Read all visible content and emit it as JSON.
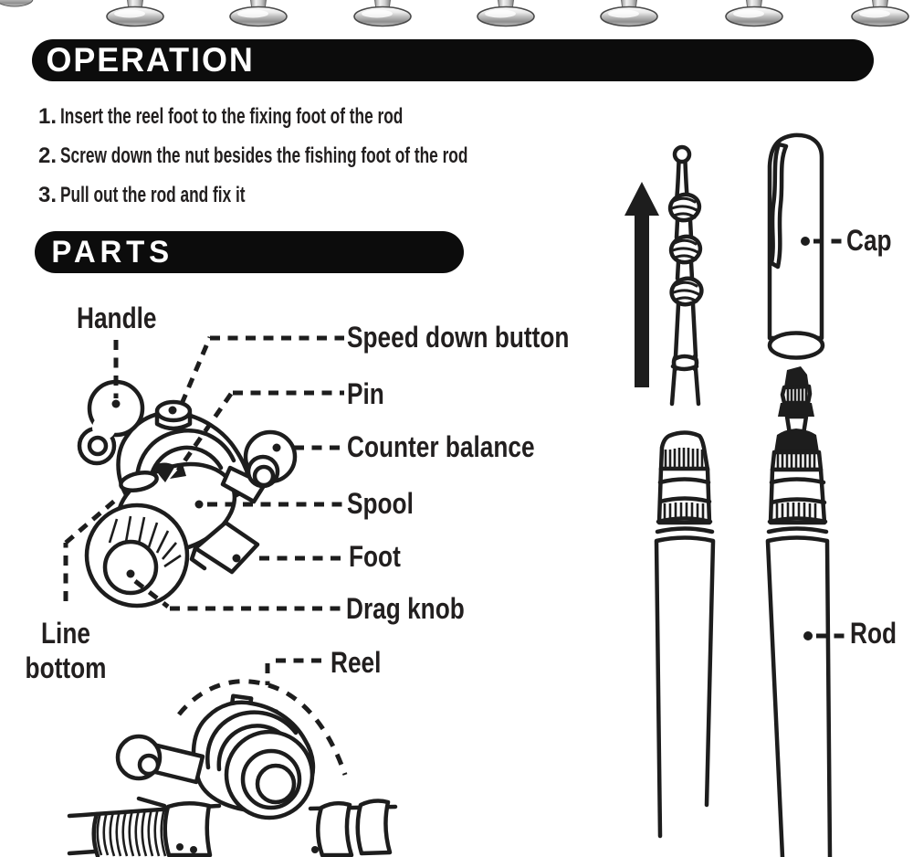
{
  "page": {
    "bg": "#ffffff",
    "ink": "#221f1f",
    "banner_bg": "#0c0c0c",
    "banner_fg": "#ffffff",
    "chrome_light": "#f4f4f4",
    "chrome_dark": "#8f8f8f"
  },
  "top_row": {
    "knob_count": 7
  },
  "operation": {
    "title": "OPERATION",
    "steps": [
      {
        "num": "1.",
        "text": "Insert the reel foot to the fixing foot of the rod"
      },
      {
        "num": "2.",
        "text": "Screw down the nut besides the fishing foot of the rod"
      },
      {
        "num": "3.",
        "text": "Pull out the rod and fix it"
      }
    ]
  },
  "parts": {
    "title": "PARTS",
    "labels": {
      "handle": "Handle",
      "speed_down_button": "Speed down button",
      "pin": "Pin",
      "counter_balance": "Counter balance",
      "spool": "Spool",
      "foot": "Foot",
      "drag_knob": "Drag knob",
      "line_bottom_line1": "Line",
      "line_bottom_line2": "bottom",
      "reel": "Reel",
      "cap": "Cap",
      "rod": "Rod"
    }
  }
}
